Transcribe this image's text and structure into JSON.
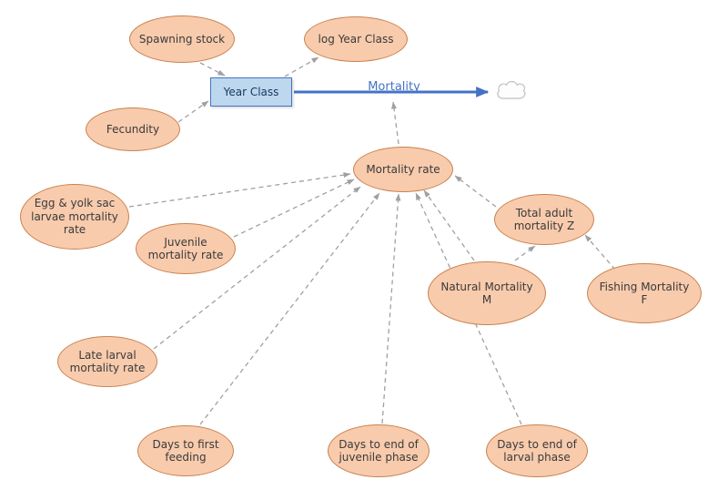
{
  "diagram": {
    "nodes": {
      "spawning_stock": {
        "label": "Spawning stock",
        "type": "variable"
      },
      "log_year_class": {
        "label": "log Year Class",
        "type": "variable"
      },
      "year_class": {
        "label": "Year Class",
        "type": "stock"
      },
      "fecundity": {
        "label": "Fecundity",
        "type": "variable"
      },
      "mortality_flow": {
        "label": "Mortality",
        "type": "flow"
      },
      "mortality_rate": {
        "label": "Mortality rate",
        "type": "variable"
      },
      "egg_yolk_sac": {
        "label": "Egg & yolk sac larvae mortality rate",
        "type": "variable"
      },
      "juvenile_mortality": {
        "label": "Juvenile mortality rate",
        "type": "variable"
      },
      "late_larval_mortality": {
        "label": "Late larval mortality rate",
        "type": "variable"
      },
      "days_first_feeding": {
        "label": "Days to first feeding",
        "type": "variable"
      },
      "days_end_juvenile": {
        "label": "Days to end of juvenile phase",
        "type": "variable"
      },
      "days_end_larval": {
        "label": "Days to end of larval phase",
        "type": "variable"
      },
      "natural_mortality": {
        "label": "Natural Mortality M",
        "type": "variable"
      },
      "total_adult_mortality": {
        "label": "Total adult mortality Z",
        "type": "variable"
      },
      "fishing_mortality": {
        "label": "Fishing Mortality F",
        "type": "variable"
      }
    },
    "edges": [
      {
        "from": "Spawning stock",
        "to": "Year Class",
        "style": "dashed"
      },
      {
        "from": "Fecundity",
        "to": "Year Class",
        "style": "dashed"
      },
      {
        "from": "Year Class",
        "to": "log Year Class",
        "style": "dashed"
      },
      {
        "from": "Year Class",
        "to": "cloud-sink",
        "style": "solid-flow",
        "label": "Mortality"
      },
      {
        "from": "Mortality rate",
        "to": "Mortality",
        "style": "dashed"
      },
      {
        "from": "Egg & yolk sac larvae mortality rate",
        "to": "Mortality rate",
        "style": "dashed"
      },
      {
        "from": "Juvenile mortality rate",
        "to": "Mortality rate",
        "style": "dashed"
      },
      {
        "from": "Late larval mortality rate",
        "to": "Mortality rate",
        "style": "dashed"
      },
      {
        "from": "Days to first feeding",
        "to": "Mortality rate",
        "style": "dashed"
      },
      {
        "from": "Days to end of juvenile phase",
        "to": "Mortality rate",
        "style": "dashed"
      },
      {
        "from": "Days to end of larval phase",
        "to": "Mortality rate",
        "style": "dashed"
      },
      {
        "from": "Natural Mortality M",
        "to": "Mortality rate",
        "style": "dashed"
      },
      {
        "from": "Total adult mortality Z",
        "to": "Mortality rate",
        "style": "dashed"
      },
      {
        "from": "Natural Mortality M",
        "to": "Total adult mortality Z",
        "style": "dashed"
      },
      {
        "from": "Fishing Mortality F",
        "to": "Total adult mortality Z",
        "style": "dashed"
      }
    ],
    "colors": {
      "ellipse_fill": "#F8CBAD",
      "ellipse_border": "#C9824F",
      "stock_fill": "#BDD7EE",
      "stock_border": "#4472C4",
      "flow_color": "#4472C4",
      "edge_color": "#A0A0A0"
    }
  }
}
